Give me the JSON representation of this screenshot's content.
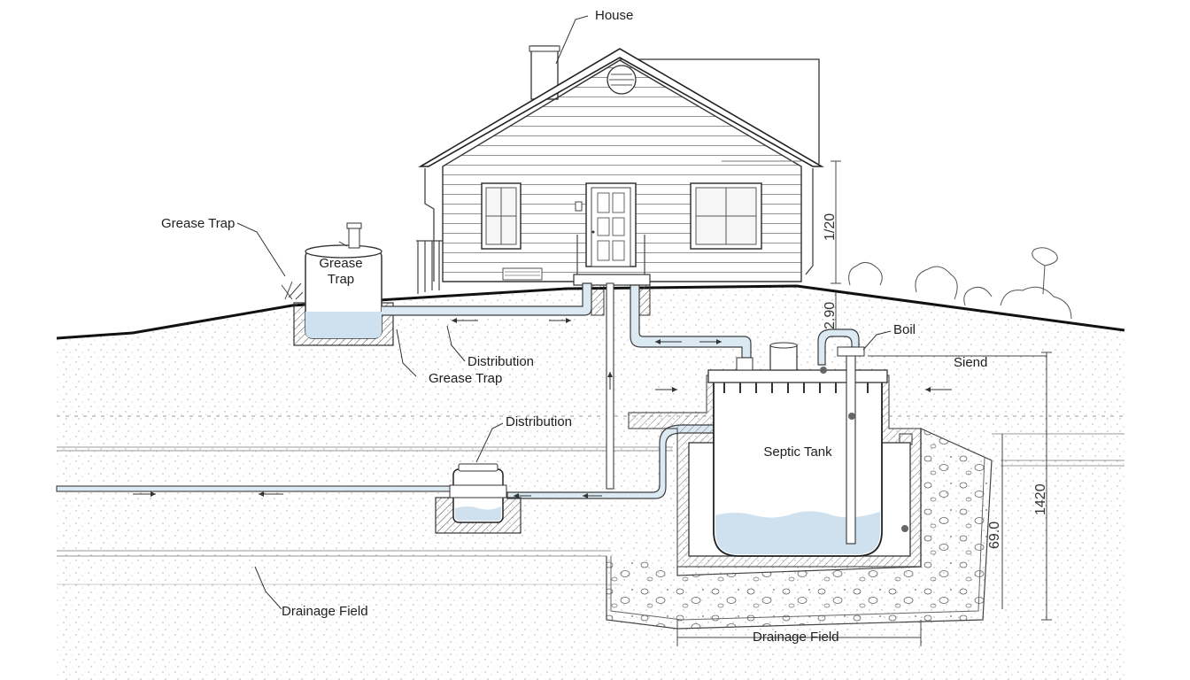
{
  "labels": {
    "house": "House",
    "grease_trap_callout": "Grease Trap",
    "grease_trap_tank": "Grease\nTrap",
    "grease_trap_tank_line1": "Grease",
    "grease_trap_tank_line2": "Trap",
    "distribution_upper": "Distribution",
    "grease_trap_lower": "Grease Trap",
    "distribution_box": "Distribution",
    "septic_tank": "Septic Tank",
    "boil": "Boil",
    "siend": "Siend",
    "drainage_field_left": "Drainage Field",
    "drainage_field_bottom": "Drainage Field"
  },
  "dimensions": {
    "house_height": "1/20",
    "soil_depth": "2.90",
    "tank_depth": "1420",
    "tank_side": "69.0"
  },
  "colors": {
    "line": "#2a2a2a",
    "water": "#cfe1ee",
    "soil": "#f3f3f3"
  }
}
